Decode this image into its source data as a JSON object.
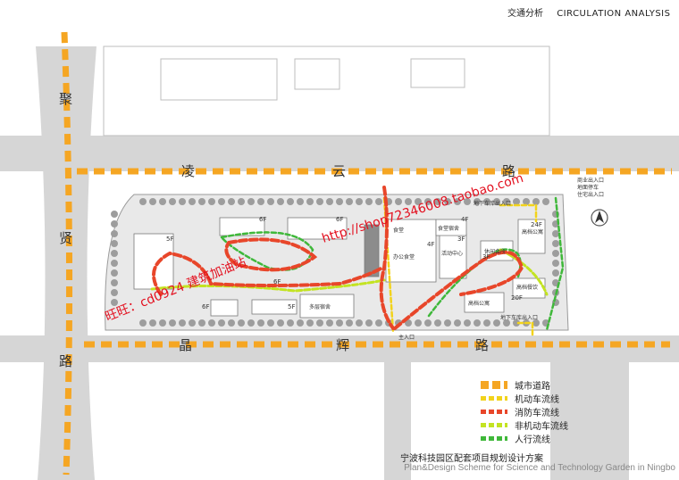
{
  "header": {
    "title_cn": "交通分析",
    "title_en": "CIRCULATION ANALYSIS"
  },
  "roads": {
    "north_road_chars": [
      "凌",
      "云",
      "路"
    ],
    "south_road_chars": [
      "晶",
      "辉",
      "路"
    ],
    "west_road_chars": [
      "聚",
      "贤",
      "路"
    ]
  },
  "buildings": {
    "canteen": "食堂",
    "office": "办公食堂",
    "activity": "活动中心",
    "dorm_top": "食堂宿舍",
    "apartment": "高档公寓",
    "club": "休闲会所",
    "apartment_2": "高档公寓",
    "service": "高档餐饮",
    "dorm_south": "多层宿舍",
    "parking_top": "地下车库出入口",
    "parking_bottom": "地下车库出入口",
    "main_entry": "主入口",
    "annotation_right_1": "商业出入口",
    "annotation_right_2": "地面停车",
    "annotation_right_3": "住宅出入口"
  },
  "floors": {
    "f5": "5F",
    "f6a": "6F",
    "f6b": "6F",
    "f6c": "6F",
    "f4a": "4F",
    "f4b": "4F",
    "f3a": "3F",
    "f3b": "3F",
    "f24": "24F",
    "f20": "20F",
    "f6d": "6F",
    "f5b": "5F"
  },
  "watermark": {
    "url": "http://shop72346008.taobao.com",
    "contact": "旺旺：cd0924  建筑加油站"
  },
  "legend": [
    {
      "label": "城市道路",
      "color": "#f5a623",
      "style": "road"
    },
    {
      "label": "机动车流线",
      "color": "#f2d31b",
      "style": "dash"
    },
    {
      "label": "消防车流线",
      "color": "#e8462a",
      "style": "dash"
    },
    {
      "label": "非机动车流线",
      "color": "#c3e322",
      "style": "dash"
    },
    {
      "label": "人行流线",
      "color": "#3fb83a",
      "style": "dash"
    }
  ],
  "footer": {
    "title_cn": "宁波科技园区配套项目规划设计方案",
    "title_en": "Plan&Design Scheme for Science and Technology Garden in Ningbo"
  },
  "colors": {
    "city_road": "#f5a623",
    "vehicle": "#f2d31b",
    "fire": "#e8462a",
    "bike": "#c3e322",
    "pedestrian": "#3fb83a",
    "road_grey": "#d6d6d6"
  }
}
